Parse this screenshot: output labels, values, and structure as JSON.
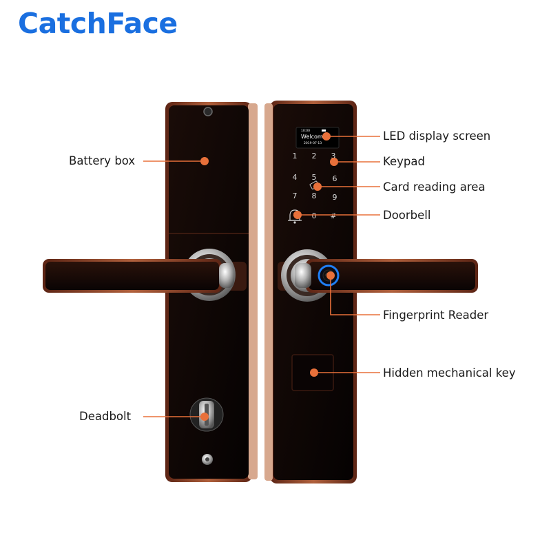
{
  "brand": {
    "name": "CatchFace",
    "color": "#1a6fe0"
  },
  "colors": {
    "accent": "#e8703a",
    "bronze": "#8a3f26",
    "panel": "#0c0505"
  },
  "lcd": {
    "time": "10:00",
    "welcome": "Welcome",
    "date": "2019-07-13"
  },
  "keypad": {
    "keys": [
      "1",
      "2",
      "3",
      "4",
      "5",
      "6",
      "7",
      "8",
      "9",
      "0",
      "#"
    ],
    "bell_icon": "bell-icon",
    "card_icon": "card-icon"
  },
  "callouts": {
    "battery_box": "Battery box",
    "deadbolt": "Deadbolt",
    "led_display": "LED display screen",
    "keypad": "Keypad",
    "card_reading": "Card reading area",
    "doorbell": "Doorbell",
    "fingerprint": "Fingerprint Reader",
    "hidden_key": "Hidden mechanical key"
  }
}
